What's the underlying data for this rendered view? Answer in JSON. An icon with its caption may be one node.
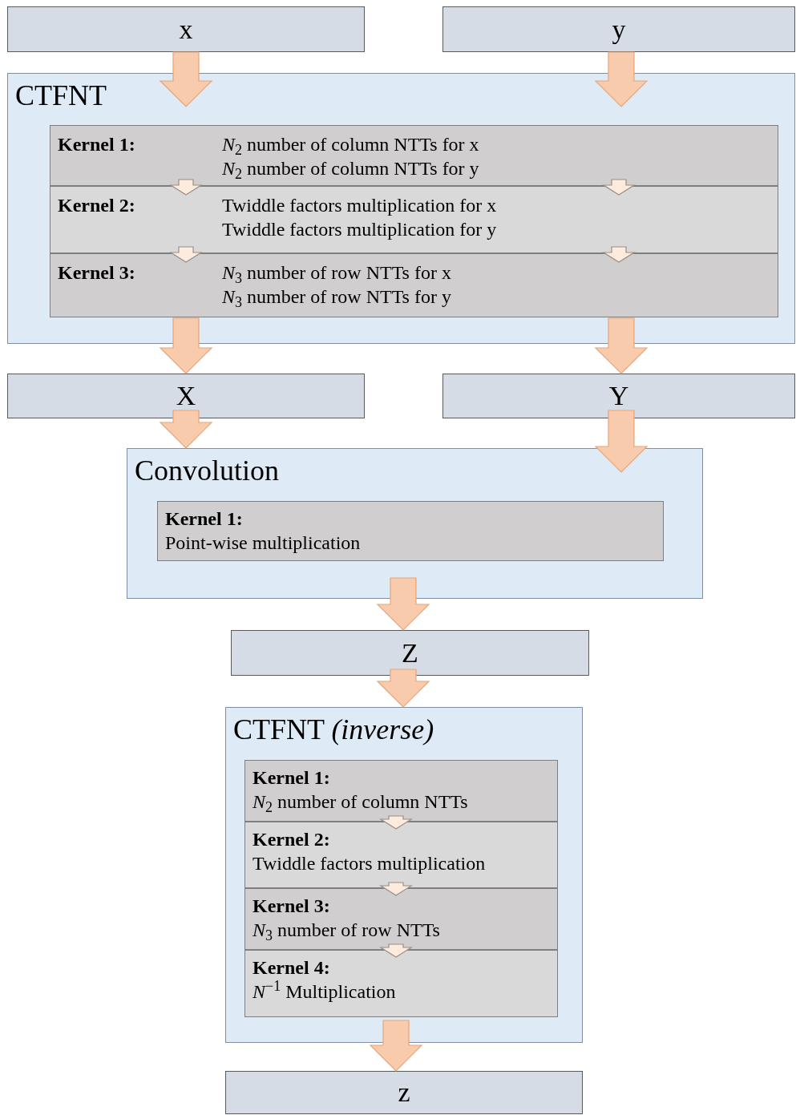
{
  "diagram": {
    "nodes": [
      {
        "text": [
          "x"
        ]
      },
      {
        "text": [
          "y"
        ]
      },
      {
        "text": [
          "CTFNT"
        ]
      },
      {
        "text": [
          "Kernel 1:",
          "*N*$_{2}$ number of column NTTs for x",
          "*N*$_{2}$ number of column NTTs for y"
        ],
        "in": 2
      },
      {
        "text": [
          "Kernel 2:",
          "Twiddle factors multiplication for x",
          "Twiddle factors multiplication for y"
        ],
        "in": 2
      },
      {
        "text": [
          "Kernel 3:",
          "*N*$_{3}$ number of row NTTs for x",
          "*N*$_{3}$ number of row NTTs for y"
        ],
        "in": 2
      },
      {
        "text": [
          "X"
        ]
      },
      {
        "text": [
          "Y"
        ]
      },
      {
        "text": [
          "Convolution"
        ]
      },
      {
        "text": [
          "Kernel 1:",
          "Point-wise multiplication"
        ],
        "in": 8
      },
      {
        "text": [
          "Z"
        ]
      },
      {
        "text": [
          "CTFNT *(inverse)*"
        ]
      },
      {
        "text": [
          "Kernel 1:",
          "*N*$_{2}$ number of column NTTs"
        ],
        "in": 11
      },
      {
        "text": [
          "Kernel 2:",
          "Twiddle factors multiplication"
        ],
        "in": 11
      },
      {
        "text": [
          "Kernel 3:",
          "*N*$_{3}$ number of row NTTs"
        ],
        "in": 11
      },
      {
        "text": [
          "Kernel 4:",
          "*N*$^{−1}$ Multiplication"
        ],
        "in": 11
      },
      {
        "text": [
          "z"
        ]
      }
    ],
    "edges": [
      {
        "from": 0,
        "to": 2,
        "arrow": "to"
      },
      {
        "from": 1,
        "to": 2,
        "arrow": "to"
      },
      {
        "from": 3,
        "to": 4,
        "arrow": "to"
      },
      {
        "from": 3,
        "to": 4,
        "arrow": "to"
      },
      {
        "from": 4,
        "to": 5,
        "arrow": "to"
      },
      {
        "from": 4,
        "to": 5,
        "arrow": "to"
      },
      {
        "from": 2,
        "to": 6,
        "arrow": "to"
      },
      {
        "from": 2,
        "to": 7,
        "arrow": "to"
      },
      {
        "from": 6,
        "to": 8,
        "arrow": "to"
      },
      {
        "from": 7,
        "to": 8,
        "arrow": "to"
      },
      {
        "from": 8,
        "to": 10,
        "arrow": "to"
      },
      {
        "from": 10,
        "to": 11,
        "arrow": "to"
      },
      {
        "from": 12,
        "to": 13,
        "arrow": "to"
      },
      {
        "from": 13,
        "to": 14,
        "arrow": "to"
      },
      {
        "from": 14,
        "to": 15,
        "arrow": "to"
      },
      {
        "from": 11,
        "to": 16,
        "arrow": "to"
      }
    ]
  }
}
